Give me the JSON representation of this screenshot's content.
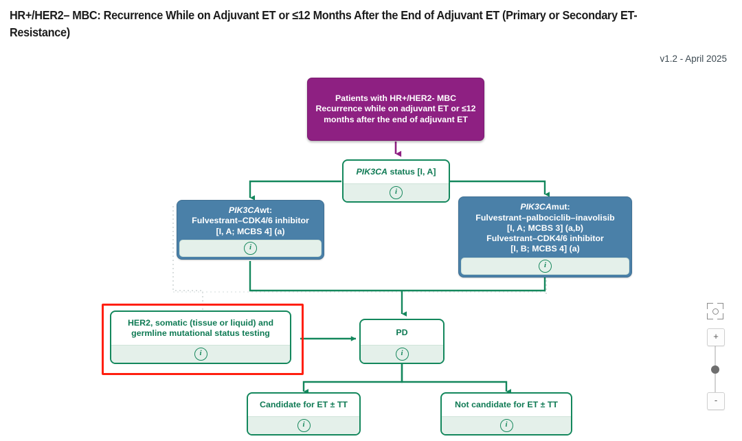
{
  "header": {
    "title": "HR+/HER2– MBC: Recurrence While on Adjuvant ET or ≤12 Months After the End of Adjuvant ET (Primary or Secondary ET-Resistance)",
    "version": "v1.2 - April 2025"
  },
  "nodes": {
    "root": {
      "text": "Patients with HR+/HER2- MBC Recurrence while on adjuvant ET or ≤12 months after the end of adjuvant ET",
      "color": "#8e2082"
    },
    "pik3ca_status": {
      "italic": "PIK3CA",
      "rest": " status [I, A]",
      "info": "ℹ"
    },
    "pik3ca_wt": {
      "italic": "PIK3CA",
      "rest": "wt:",
      "line2": "Fulvestrant–CDK4/6 inhibitor",
      "line3": "[I, A; MCBS 4] (a)",
      "color": "#4a80a8"
    },
    "pik3ca_mut": {
      "italic": "PIK3CA",
      "rest": "mut:",
      "line2": "Fulvestrant–palbociclib–inavolisib",
      "line3": "[I, A; MCBS 3] (a,b)",
      "line4": "Fulvestrant–CDK4/6 inhibitor",
      "line5": "[I, B; MCBS 4] (a)",
      "color": "#4a80a8"
    },
    "her2_testing": {
      "line1": "HER2, somatic (tissue or liquid) and",
      "line2": "germline mutational status testing",
      "highlight_color": "#ff1f0f"
    },
    "pd": {
      "text": "PD"
    },
    "candidate": {
      "text": "Candidate for ET ± TT"
    },
    "not_candidate": {
      "text": "Not candidate for ET ± TT"
    }
  },
  "icons": {
    "info": "i",
    "fit_screen": "fit-screen-icon",
    "zoom_in": "+",
    "zoom_out": "-"
  },
  "theme": {
    "green": "#13875c",
    "green_text": "#0f7a54",
    "blue": "#4a80a8",
    "purple": "#8e2082",
    "red": "#ff1f0f",
    "info_bar": "#e4f0ea"
  }
}
